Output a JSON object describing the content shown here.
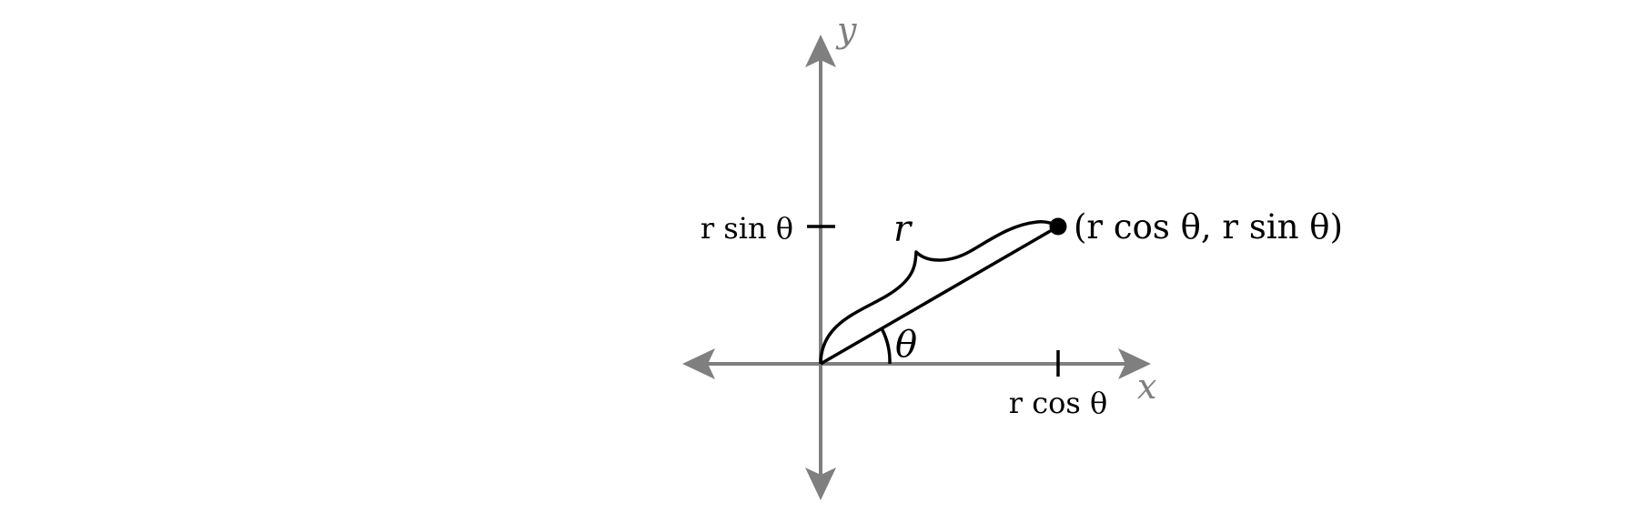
{
  "axes": {
    "x_label": "x",
    "y_label": "y",
    "axis_color": "#7f7f7f"
  },
  "labels": {
    "radius": "r",
    "angle": "θ",
    "point": "(r cos θ, r sin θ)",
    "y_tick": "r sin θ",
    "x_tick": "r cos θ"
  },
  "colors": {
    "stroke": "#000000",
    "axis": "#7f7f7f",
    "background": "#ffffff"
  },
  "icons": {
    "axis_arrow": "arrowhead-icon",
    "point_marker": "filled-circle-icon"
  }
}
